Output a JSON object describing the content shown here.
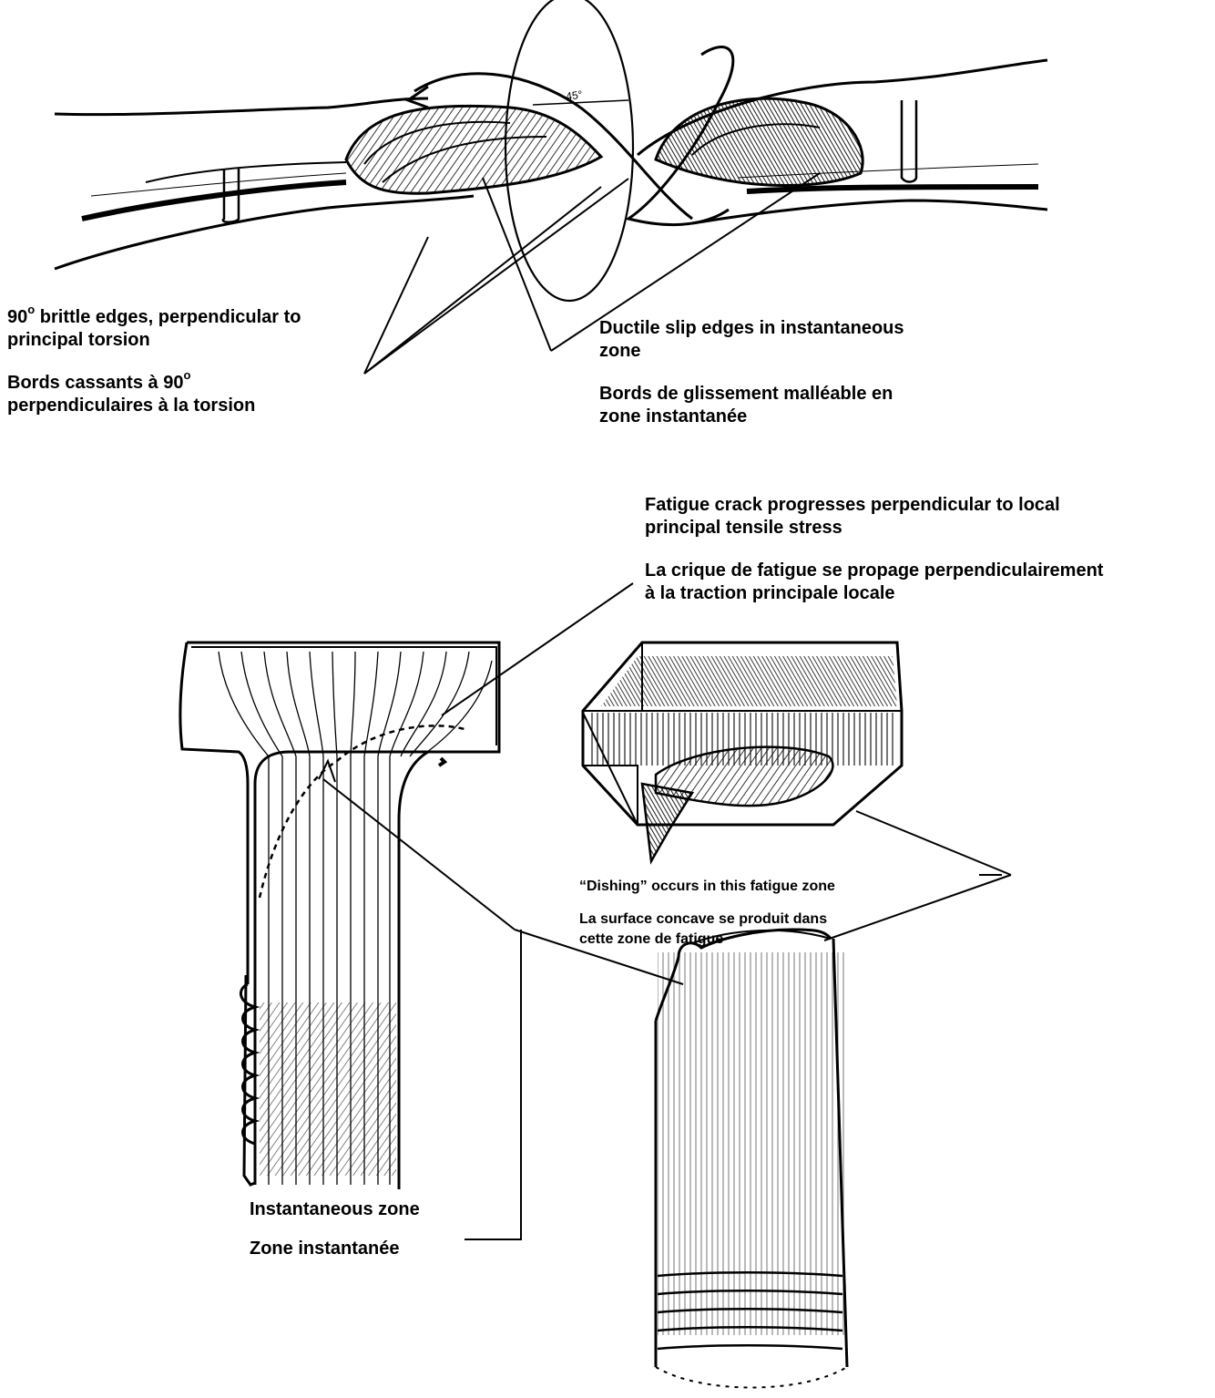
{
  "labels": {
    "brittle_en_1": "90",
    "brittle_en_2": "brittle edges, perpendicular to",
    "brittle_en_3": "principal torsion",
    "brittle_fr_1": "Bords cassants à 90",
    "brittle_fr_2": "perpendiculaires à la torsion",
    "ductile_en_1": "Ductile slip edges in instantaneous",
    "ductile_en_2": "zone",
    "ductile_fr_1": "Bords de glissement malléable en",
    "ductile_fr_2": "zone instantanée",
    "fatigue_en_1": "Fatigue crack progresses perpendicular to local",
    "fatigue_en_2": "principal tensile stress",
    "fatigue_fr_1": "La crique de fatigue se propage perpendiculairement",
    "fatigue_fr_2": "à la traction principale locale",
    "dishing_en": "“Dishing” occurs in this fatigue zone",
    "dishing_fr_1": "La surface concave se produit dans",
    "dishing_fr_2": "cette zone de fatigue",
    "instant_en": "Instantaneous zone",
    "instant_fr": "Zone instantanée",
    "degree_symbol": "o",
    "angle_annotation": "45°"
  }
}
